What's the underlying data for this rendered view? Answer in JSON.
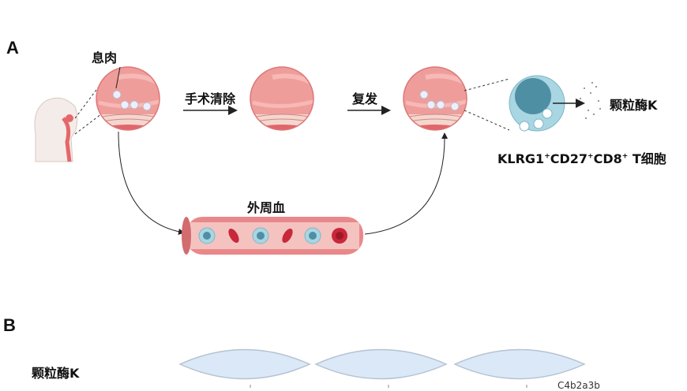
{
  "panel_a": {
    "label": "A",
    "polyp_label": "息肉",
    "surgery_label": "手术清除",
    "relapse_label": "复发",
    "blood_label": "外周血",
    "granzyme_label": "颗粒酶K",
    "cell_label": {
      "klrg1": "KLRG1",
      "cd27": "CD27",
      "cd8": "CD8",
      "plus": "+",
      "suffix": " T细胞"
    }
  },
  "panel_b": {
    "label": "B",
    "granzyme_label": "颗粒酶K",
    "gene_label": "C4b2a3b"
  },
  "colors": {
    "tissue": "#ee9a98",
    "cell": "#a9d6e3",
    "nucleus": "#4f8fa3",
    "rbc": "#c8283a",
    "vessel": "#e9888a",
    "ellipse": "#dbe8f7"
  }
}
